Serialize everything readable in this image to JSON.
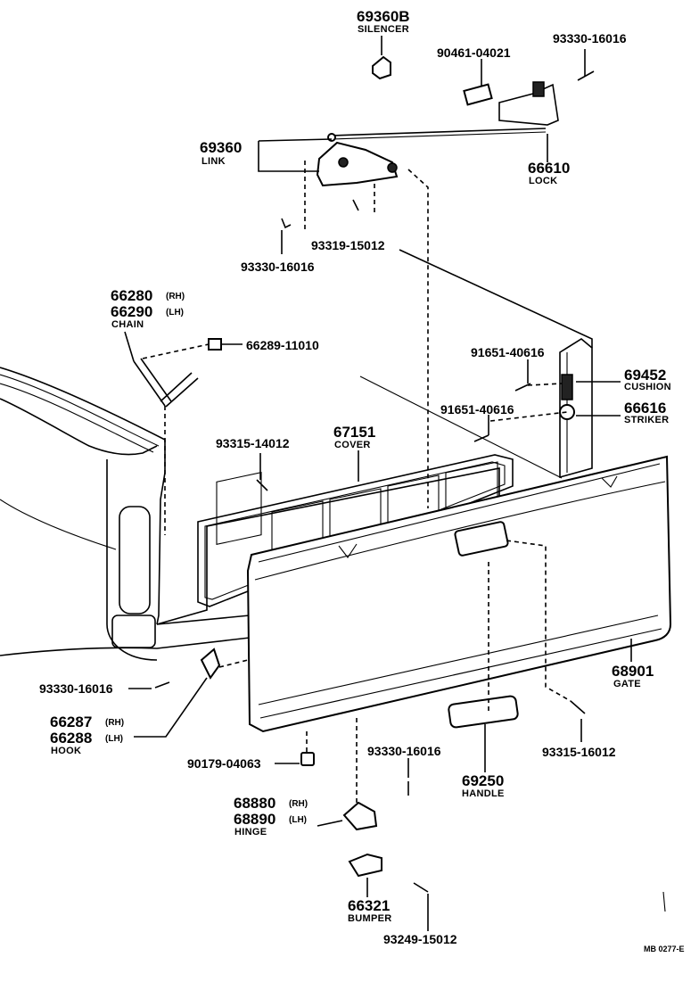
{
  "figure_code": "MB 0277-E",
  "labels": {
    "p69360b": {
      "number": "69360B",
      "name": "SILENCER"
    },
    "p90461": {
      "number": "90461-04021"
    },
    "p93330_top": {
      "number": "93330-16016"
    },
    "p69360": {
      "number": "69360",
      "name": "LINK"
    },
    "p66610": {
      "number": "66610",
      "name": "LOCK"
    },
    "p93319": {
      "number": "93319-15012"
    },
    "p93330_mid": {
      "number": "93330-16016"
    },
    "p66280": {
      "number": "66280",
      "side": "(RH)"
    },
    "p66290": {
      "number": "66290",
      "side": "(LH)",
      "name": "CHAIN"
    },
    "p66289": {
      "number": "66289-11010"
    },
    "p91651_a": {
      "number": "91651-40616"
    },
    "p69452": {
      "number": "69452",
      "name": "CUSHION"
    },
    "p91651_b": {
      "number": "91651-40616"
    },
    "p66616": {
      "number": "66616",
      "name": "STRIKER"
    },
    "p93315_top": {
      "number": "93315-14012"
    },
    "p67151": {
      "number": "67151",
      "name": "COVER"
    },
    "p68901": {
      "number": "68901",
      "name": "GATE"
    },
    "p93330_left": {
      "number": "93330-16016"
    },
    "p66287": {
      "number": "66287",
      "side": "(RH)"
    },
    "p66288": {
      "number": "66288",
      "side": "(LH)",
      "name": "HOOK"
    },
    "p93330_bottom": {
      "number": "93330-16016"
    },
    "p93315_bottom": {
      "number": "93315-16012"
    },
    "p90179": {
      "number": "90179-04063"
    },
    "p69250": {
      "number": "69250",
      "name": "HANDLE"
    },
    "p68880": {
      "number": "68880",
      "side": "(RH)"
    },
    "p68890": {
      "number": "68890",
      "side": "(LH)",
      "name": "HINGE"
    },
    "p66321": {
      "number": "66321",
      "name": "BUMPER"
    },
    "p93249": {
      "number": "93249-15012"
    }
  }
}
